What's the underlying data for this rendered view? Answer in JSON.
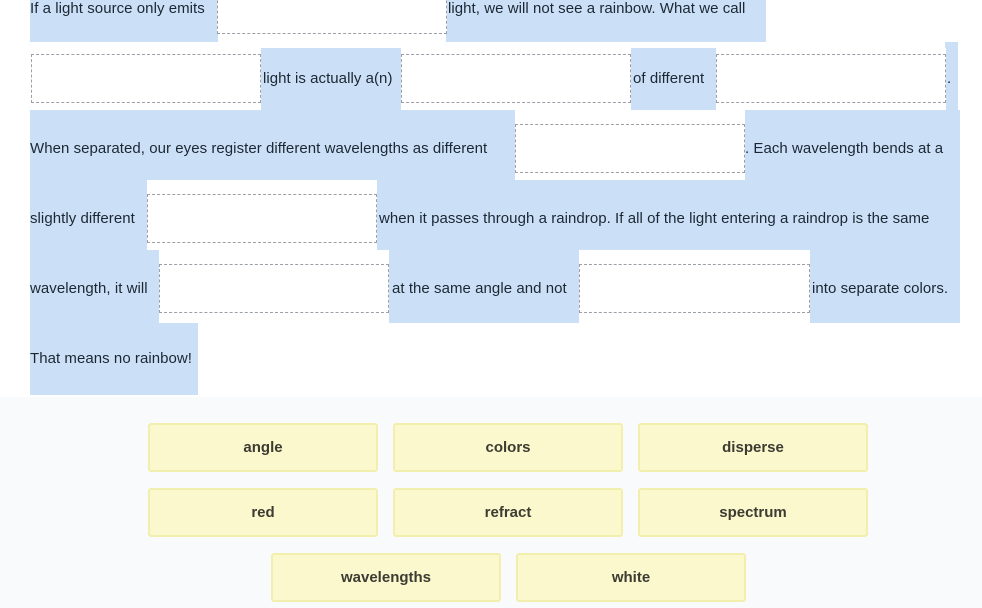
{
  "activity": {
    "type": "drag-and-drop-fill-in-the-blank",
    "accent_highlight_color": "#cbe0f7",
    "tile_fill_color": "#fbf8cd",
    "tile_border_color": "#f2eeae",
    "wordbank_background": "#f9fafc"
  },
  "passage": {
    "segments": [
      {
        "id": "s1",
        "text": "If a light source only emits "
      },
      {
        "id": "s2",
        "text": " light, we will not see a rainbow. What we call "
      },
      {
        "id": "s3",
        "text": " light is actually a(n) "
      },
      {
        "id": "s4",
        "text": " of different "
      },
      {
        "id": "s5",
        "text": "."
      },
      {
        "id": "s6",
        "text": "When separated, our eyes register different wavelengths as different "
      },
      {
        "id": "s7",
        "text": ". Each wavelength bends at a slightly different "
      },
      {
        "id": "s8",
        "text": " when it passes through a raindrop. If all of the light entering a raindrop is the same wavelength, it will "
      },
      {
        "id": "s9",
        "text": " at the same angle and not "
      },
      {
        "id": "s10",
        "text": " into separate colors."
      },
      {
        "id": "s11",
        "text": "That means no rainbow!"
      }
    ],
    "lines": {
      "l1a": "If a light source only emits",
      "l1b": "light, we will not see a rainbow. What we call",
      "l2a": "light is actually a(n)",
      "l2b": "of different",
      "l2c": ".",
      "l3a": "When separated, our eyes register different wavelengths as different",
      "l3b": ". Each wavelength bends at a",
      "l4a": "slightly different",
      "l4b": "when it passes through a raindrop. If all of the light entering a raindrop is the same",
      "l5a": "wavelength, it will",
      "l5b": "at the same angle and not",
      "l5c": "into separate colors.",
      "l6a": "That means no rainbow!"
    },
    "blanks": [
      {
        "id": "blank-1",
        "value": "",
        "order": 1
      },
      {
        "id": "blank-2",
        "value": "",
        "order": 2
      },
      {
        "id": "blank-3",
        "value": "",
        "order": 3
      },
      {
        "id": "blank-4",
        "value": "",
        "order": 4
      },
      {
        "id": "blank-5",
        "value": "",
        "order": 5
      },
      {
        "id": "blank-6",
        "value": "",
        "order": 6
      },
      {
        "id": "blank-7",
        "value": "",
        "order": 7
      },
      {
        "id": "blank-8",
        "value": "",
        "order": 8
      }
    ]
  },
  "wordbank": {
    "tiles": [
      {
        "id": "tile-angle",
        "label": "angle"
      },
      {
        "id": "tile-colors",
        "label": "colors"
      },
      {
        "id": "tile-disperse",
        "label": "disperse"
      },
      {
        "id": "tile-red",
        "label": "red"
      },
      {
        "id": "tile-refract",
        "label": "refract"
      },
      {
        "id": "tile-spectrum",
        "label": "spectrum"
      },
      {
        "id": "tile-wavelengths",
        "label": "wavelengths"
      },
      {
        "id": "tile-white",
        "label": "white"
      }
    ]
  }
}
